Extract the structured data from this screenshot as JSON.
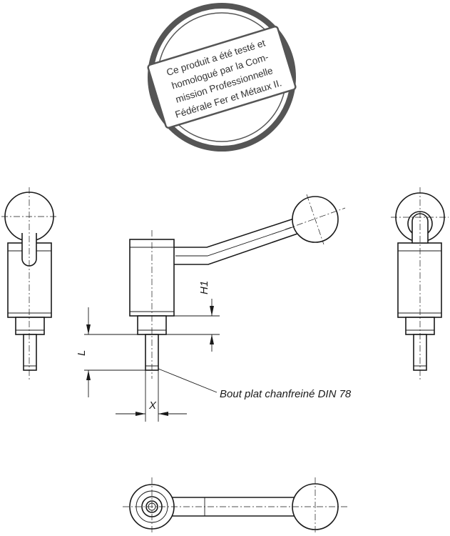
{
  "stamp": {
    "lines": [
      "Ce produit a été testé et",
      "homologué par la Com-",
      "mission Professionnelle",
      "Fédérale Fer et Métaux II."
    ],
    "color": "#555555"
  },
  "labels": {
    "h1": "H1",
    "l": "L",
    "x": "X",
    "note": "Bout plat chanfreiné DIN 78"
  },
  "line_color": "#1a1a1a"
}
